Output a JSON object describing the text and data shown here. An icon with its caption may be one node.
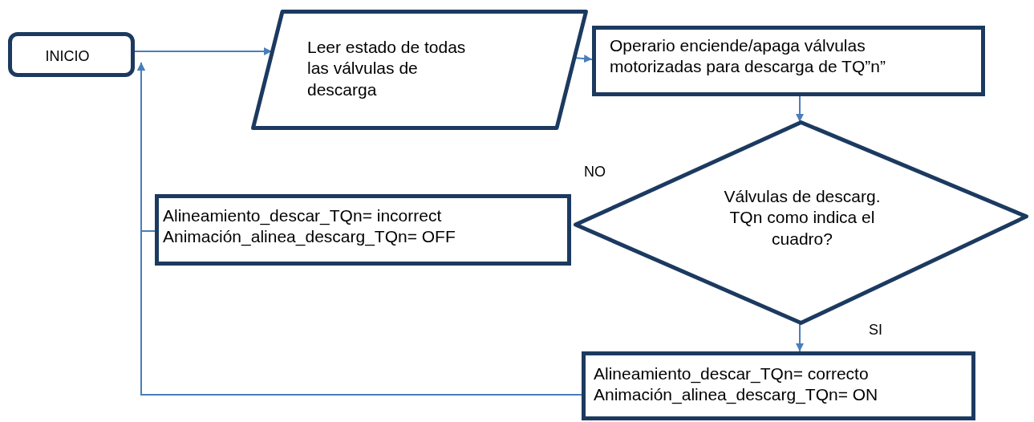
{
  "diagram": {
    "nodes": [
      {
        "text": [
          "INICIO"
        ]
      },
      {
        "text": [
          "Leer estado de todas las válvulas de descarga"
        ]
      },
      {
        "text": [
          "Operario enciende/apaga válvulas motorizadas para descarga de TQ”n”"
        ]
      },
      {
        "text": [
          "Válvulas de descarg. TQn como indica el cuadro?"
        ]
      },
      {
        "text": [
          "Alineamiento_descar_TQn= incorrect Animación_alinea_descarg_TQn= OFF"
        ]
      },
      {
        "text": [
          "Alineamiento_descar_TQn= correcto Animación_alinea_descarg_TQn= ON"
        ]
      }
    ],
    "edges": [
      {
        "from": 0,
        "to": 1,
        "arrow": "to"
      },
      {
        "from": 1,
        "to": 2,
        "arrow": "to"
      },
      {
        "from": 2,
        "to": 3,
        "arrow": "to"
      },
      {
        "from": 3,
        "to": 5,
        "arrow": "to"
      },
      {
        "from": 4,
        "to": 0,
        "arrow": "to"
      },
      {
        "from": 5,
        "to": 0,
        "arrow": "to"
      }
    ],
    "labels": [
      "NO",
      "SI"
    ]
  }
}
